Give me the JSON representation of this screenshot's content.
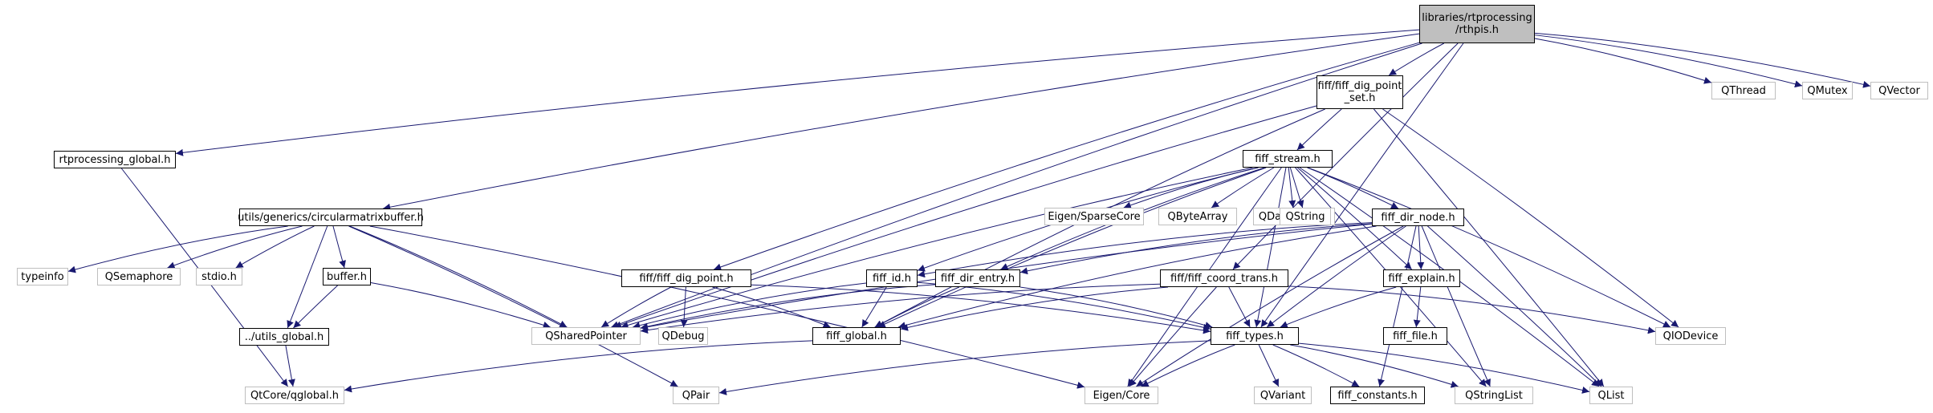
{
  "graph_title": "",
  "colors": {
    "edge": "#191970",
    "local_border": "#000000",
    "sys_border": "#bfbfbf",
    "root_fill": "#bfbfbf"
  },
  "nodes": [
    {
      "id": "rthpis",
      "label": "libraries/rtprocessing\n/rthpis.h",
      "kind": "root"
    },
    {
      "id": "digpointset",
      "label": "fiff/fiff_dig_point\n_set.h",
      "kind": "local"
    },
    {
      "id": "qthread",
      "label": "QThread",
      "kind": "sys"
    },
    {
      "id": "qmutex",
      "label": "QMutex",
      "kind": "sys"
    },
    {
      "id": "qvector",
      "label": "QVector",
      "kind": "sys"
    },
    {
      "id": "rtglobal",
      "label": "rtprocessing_global.h",
      "kind": "local"
    },
    {
      "id": "fiffstream",
      "label": "fiff_stream.h",
      "kind": "local"
    },
    {
      "id": "circbuf",
      "label": "utils/generics/circularmatrixbuffer.h",
      "kind": "local"
    },
    {
      "id": "sparsecore",
      "label": "Eigen/SparseCore",
      "kind": "sys"
    },
    {
      "id": "qbytearray",
      "label": "QByteArray",
      "kind": "sys"
    },
    {
      "id": "qdatastream",
      "label": "QDataStream",
      "kind": "sys"
    },
    {
      "id": "qstring",
      "label": "QString",
      "kind": "sys"
    },
    {
      "id": "dirnode",
      "label": "fiff_dir_node.h",
      "kind": "local"
    },
    {
      "id": "typeinfo",
      "label": "typeinfo",
      "kind": "sys"
    },
    {
      "id": "qsemaphore",
      "label": "QSemaphore",
      "kind": "sys"
    },
    {
      "id": "stdio",
      "label": "stdio.h",
      "kind": "sys"
    },
    {
      "id": "buffer",
      "label": "buffer.h",
      "kind": "local"
    },
    {
      "id": "digpoint",
      "label": "fiff/fiff_dig_point.h",
      "kind": "local"
    },
    {
      "id": "fiffid",
      "label": "fiff_id.h",
      "kind": "local"
    },
    {
      "id": "direntry",
      "label": "fiff_dir_entry.h",
      "kind": "local"
    },
    {
      "id": "coordtrans",
      "label": "fiff/fiff_coord_trans.h",
      "kind": "local"
    },
    {
      "id": "explain",
      "label": "fiff_explain.h",
      "kind": "local"
    },
    {
      "id": "qiodevice",
      "label": "QIODevice",
      "kind": "sys"
    },
    {
      "id": "qsharedptr",
      "label": "QSharedPointer",
      "kind": "sys"
    },
    {
      "id": "qdebug",
      "label": "QDebug",
      "kind": "sys"
    },
    {
      "id": "utilsglobal",
      "label": "../utils_global.h",
      "kind": "local"
    },
    {
      "id": "fiffglobal",
      "label": "fiff_global.h",
      "kind": "local"
    },
    {
      "id": "fifftypes",
      "label": "fiff_types.h",
      "kind": "local"
    },
    {
      "id": "fifffile",
      "label": "fiff_file.h",
      "kind": "local"
    },
    {
      "id": "qglobal",
      "label": "QtCore/qglobal.h",
      "kind": "sys"
    },
    {
      "id": "qpair",
      "label": "QPair",
      "kind": "sys"
    },
    {
      "id": "eigencore",
      "label": "Eigen/Core",
      "kind": "sys"
    },
    {
      "id": "qvariant",
      "label": "QVariant",
      "kind": "sys"
    },
    {
      "id": "constants",
      "label": "fiff_constants.h",
      "kind": "local"
    },
    {
      "id": "qstringlist",
      "label": "QStringList",
      "kind": "sys"
    },
    {
      "id": "qlist",
      "label": "QList",
      "kind": "sys"
    }
  ],
  "edges": [
    [
      "rthpis",
      "digpointset"
    ],
    [
      "rthpis",
      "qthread"
    ],
    [
      "rthpis",
      "qmutex"
    ],
    [
      "rthpis",
      "qvector"
    ],
    [
      "rthpis",
      "rtglobal"
    ],
    [
      "rthpis",
      "circbuf"
    ],
    [
      "rthpis",
      "qsharedptr"
    ],
    [
      "rthpis",
      "digpoint"
    ],
    [
      "rthpis",
      "coordtrans"
    ],
    [
      "rthpis",
      "fifftypes"
    ],
    [
      "digpointset",
      "fiffstream"
    ],
    [
      "digpointset",
      "qsharedptr"
    ],
    [
      "digpointset",
      "fiffglobal"
    ],
    [
      "digpointset",
      "qiodevice"
    ],
    [
      "digpointset",
      "qlist"
    ],
    [
      "rtglobal",
      "qglobal"
    ],
    [
      "circbuf",
      "typeinfo"
    ],
    [
      "circbuf",
      "qsemaphore"
    ],
    [
      "circbuf",
      "stdio"
    ],
    [
      "circbuf",
      "buffer"
    ],
    [
      "circbuf",
      "utilsglobal"
    ],
    [
      "circbuf",
      "qsharedptr"
    ],
    [
      "circbuf",
      "qpair"
    ],
    [
      "circbuf",
      "eigencore"
    ],
    [
      "fiffstream",
      "sparsecore"
    ],
    [
      "fiffstream",
      "qbytearray"
    ],
    [
      "fiffstream",
      "qdatastream"
    ],
    [
      "fiffstream",
      "qstring"
    ],
    [
      "fiffstream",
      "dirnode"
    ],
    [
      "fiffstream",
      "fiffid"
    ],
    [
      "fiffstream",
      "direntry"
    ],
    [
      "fiffstream",
      "qsharedptr"
    ],
    [
      "fiffstream",
      "fiffglobal"
    ],
    [
      "fiffstream",
      "fifftypes"
    ],
    [
      "fiffstream",
      "qiodevice"
    ],
    [
      "fiffstream",
      "qstringlist"
    ],
    [
      "fiffstream",
      "qlist"
    ],
    [
      "fiffstream",
      "eigencore"
    ],
    [
      "fiffstream",
      "explain"
    ],
    [
      "dirnode",
      "fiffid"
    ],
    [
      "dirnode",
      "direntry"
    ],
    [
      "dirnode",
      "explain"
    ],
    [
      "dirnode",
      "fifftypes"
    ],
    [
      "dirnode",
      "qsharedptr"
    ],
    [
      "dirnode",
      "fiffglobal"
    ],
    [
      "dirnode",
      "qlist"
    ],
    [
      "dirnode",
      "qstringlist"
    ],
    [
      "dirnode",
      "eigencore"
    ],
    [
      "dirnode",
      "constants"
    ],
    [
      "buffer",
      "utilsglobal"
    ],
    [
      "buffer",
      "qsharedptr"
    ],
    [
      "utilsglobal",
      "qglobal"
    ],
    [
      "digpoint",
      "qsharedptr"
    ],
    [
      "digpoint",
      "qdebug"
    ],
    [
      "digpoint",
      "fiffglobal"
    ],
    [
      "digpoint",
      "fifftypes"
    ],
    [
      "fiffid",
      "fiffglobal"
    ],
    [
      "fiffid",
      "fifftypes"
    ],
    [
      "fiffid",
      "qsharedptr"
    ],
    [
      "direntry",
      "fiffglobal"
    ],
    [
      "direntry",
      "fifftypes"
    ],
    [
      "direntry",
      "qsharedptr"
    ],
    [
      "coordtrans",
      "fifftypes"
    ],
    [
      "coordtrans",
      "fiffglobal"
    ],
    [
      "coordtrans",
      "qsharedptr"
    ],
    [
      "coordtrans",
      "eigencore"
    ],
    [
      "coordtrans",
      "qiodevice"
    ],
    [
      "explain",
      "fifftypes"
    ],
    [
      "explain",
      "fifffile"
    ],
    [
      "fiffglobal",
      "qglobal"
    ],
    [
      "fifftypes",
      "qpair"
    ],
    [
      "fifftypes",
      "eigencore"
    ],
    [
      "fifftypes",
      "qvariant"
    ],
    [
      "fifftypes",
      "constants"
    ],
    [
      "fifftypes",
      "qstringlist"
    ],
    [
      "fifftypes",
      "qlist"
    ]
  ]
}
